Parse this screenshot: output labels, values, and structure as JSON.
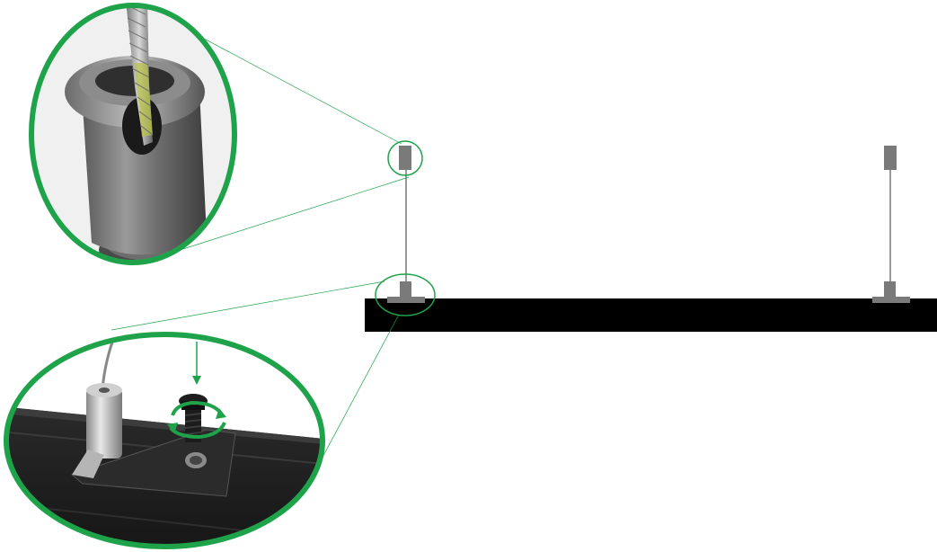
{
  "diagram": {
    "type": "installation-detail",
    "accent_color": "#1fa34a",
    "profile_color": "#000000",
    "bracket_color": "#7a7a7a",
    "wire_color": "#555555",
    "parts": [
      "ceiling-cable-gripper",
      "suspension-wire",
      "rail-clamp-bracket",
      "lamp-profile",
      "locking-screw"
    ],
    "callouts": [
      {
        "id": "top-detail",
        "icon": "cable-gripper-photo",
        "shows": "cable-gripper"
      },
      {
        "id": "bottom-detail",
        "icon": "rail-clamp-photo",
        "shows": "screw-fastening",
        "action_icons": [
          "insert-arrow-icon",
          "rotate-arrows-icon"
        ]
      }
    ]
  }
}
